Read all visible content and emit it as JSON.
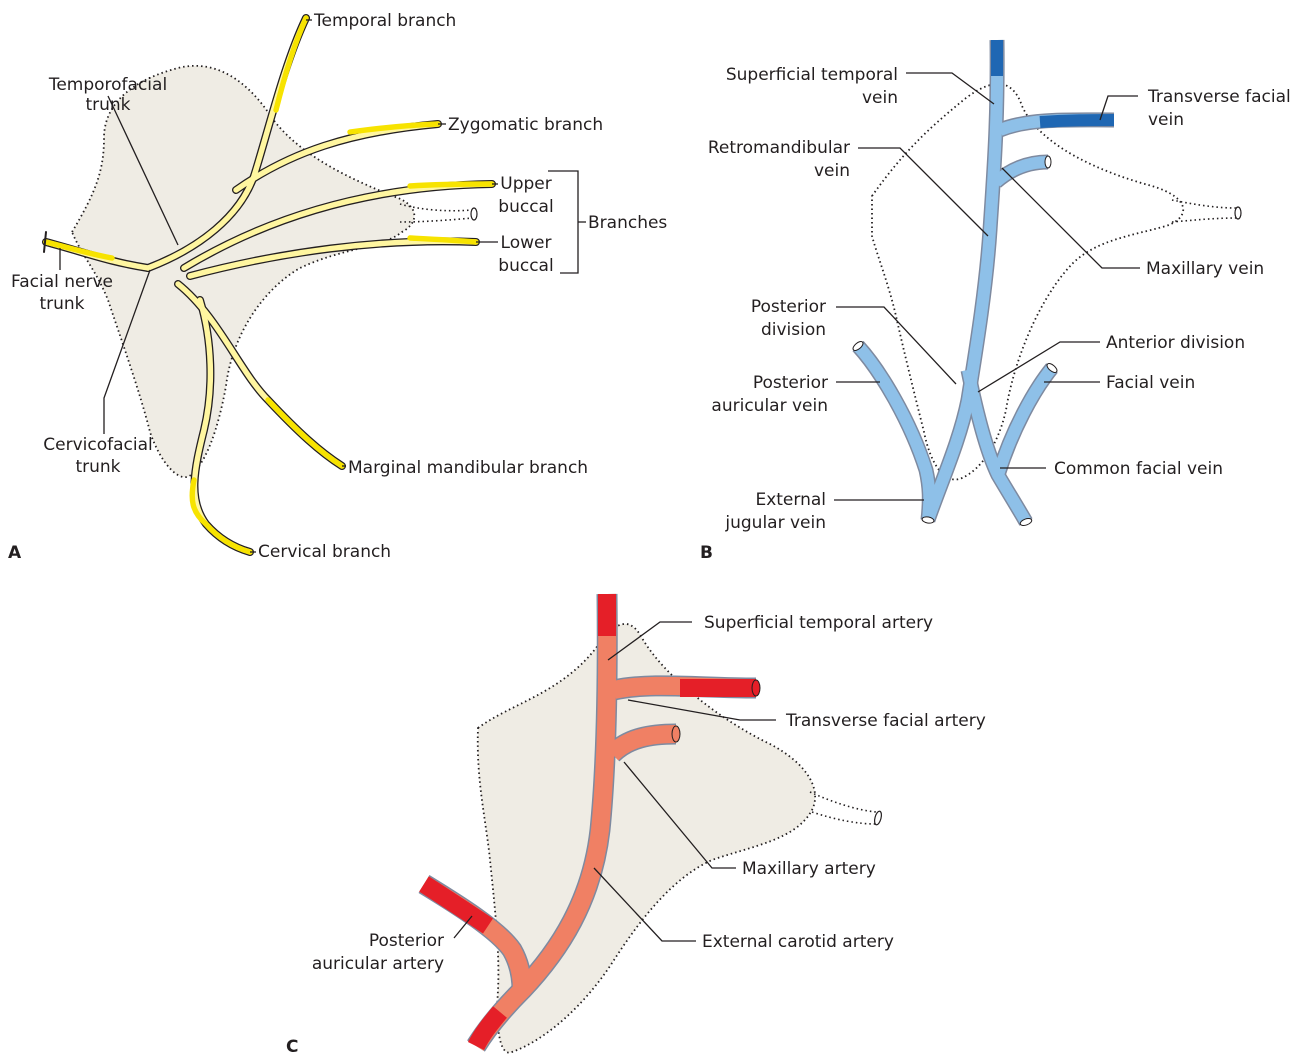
{
  "panels": {
    "a": {
      "letter": "A",
      "labels": {
        "temporal_branch": "Temporal branch",
        "temporofacial_1": "Temporofacial",
        "temporofacial_2": "trunk",
        "zygomatic_branch": "Zygomatic branch",
        "upper_buccal_1": "Upper",
        "upper_buccal_2": "buccal",
        "lower_buccal_1": "Lower",
        "lower_buccal_2": "buccal",
        "branches": "Branches",
        "facial_trunk_1": "Facial nerve",
        "facial_trunk_2": "trunk",
        "cervicofacial_1": "Cervicofacial",
        "cervicofacial_2": "trunk",
        "marginal_mandibular": "Marginal mandibular branch",
        "cervical_branch": "Cervical branch"
      }
    },
    "b": {
      "letter": "B",
      "labels": {
        "sup_temporal_vein_1": "Superficial temporal",
        "sup_temporal_vein_2": "vein",
        "transverse_facial_vein_1": "Transverse facial",
        "transverse_facial_vein_2": "vein",
        "retromandibular_1": "Retromandibular",
        "retromandibular_2": "vein",
        "maxillary_vein": "Maxillary vein",
        "posterior_division_1": "Posterior",
        "posterior_division_2": "division",
        "anterior_division": "Anterior division",
        "posterior_auricular_vein_1": "Posterior",
        "posterior_auricular_vein_2": "auricular vein",
        "facial_vein": "Facial vein",
        "common_facial_vein": "Common facial vein",
        "external_jugular_1": "External",
        "external_jugular_2": "jugular vein"
      }
    },
    "c": {
      "letter": "C",
      "labels": {
        "sup_temporal_artery": "Superficial temporal artery",
        "transverse_facial_artery": "Transverse facial artery",
        "maxillary_artery": "Maxillary artery",
        "posterior_auricular_artery_1": "Posterior",
        "posterior_auricular_artery_2": "auricular artery",
        "external_carotid": "External carotid artery"
      }
    }
  },
  "colors": {
    "nerve": "#fff6a0",
    "nerve_deep": "#f7e300",
    "vein": "#8ec0e8",
    "vein_deep": "#1f67b3",
    "artery": "#f08064",
    "artery_deep": "#e51f28",
    "gland": "#efece4"
  }
}
